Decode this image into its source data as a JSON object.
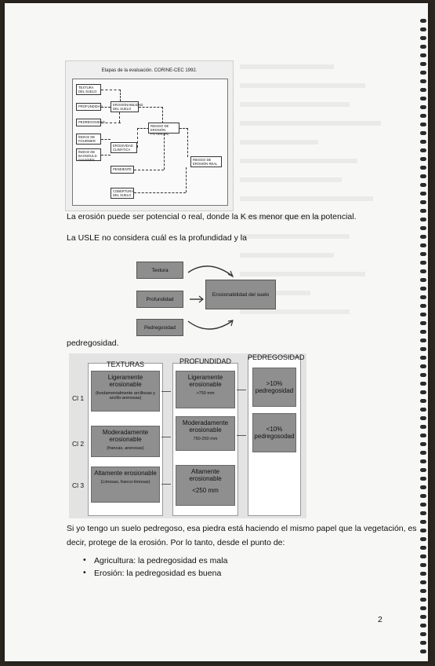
{
  "figure1": {
    "title": "Etapas de la evaluación. CORINE-CEC 1992.",
    "boxes": {
      "textura": "Textura del suelo",
      "profundidad": "Profundidad",
      "pedregosidad": "Pedregosidad",
      "fournier": "Índice de Fournier",
      "bagnouls": "Índice de Bagnouls-Gaussen",
      "erosionabilidad": "Erosionabilidad del suelo",
      "erosividad": "Erosividad climática",
      "pendiente": "Pendiente",
      "cobertura": "Cobertura del suelo",
      "riesgo_potencial": "Riesgo de erosión potencial",
      "riesgo_real": "Riesgo de erosión real"
    }
  },
  "para1": "La erosión puede ser potencial o real, donde la K es menor que en la potencial.",
  "para2": "La USLE no considera cuál es la profundidad y la",
  "figure2": {
    "textura": "Textura",
    "profundidad": "Profundidad",
    "pedregosidad": "Pedregosidad",
    "erosionabilidad": "Erosionabilidad del suelo"
  },
  "para2_cont": "pedregosidad.",
  "figure3": {
    "headers": [
      "TEXTURAS",
      "PROFUNDIDAD",
      "PEDREGOSIDAD"
    ],
    "rows": [
      "Cl 1",
      "Cl 2",
      "Cl 3"
    ],
    "texturas": [
      {
        "main": "Ligeramente erosionable",
        "sub": "(fundamentalmente arcillosas y arcillo-arenosas)"
      },
      {
        "main": "Moderadamente erosionable",
        "sub": "(francas, arenosas)"
      },
      {
        "main": "Altamente erosionable",
        "sub": "(Limosas, franco-limosas)"
      }
    ],
    "profundidad": [
      {
        "main": "Ligeramente erosionable",
        "sub": ">750 mm"
      },
      {
        "main": "Moderadamente erosionable",
        "sub": "750-250 mm"
      },
      {
        "main": "Altamente erosionable",
        "sub": "<250 mm"
      }
    ],
    "pedregosidad": [
      {
        "main": ">10%",
        "sub": "pedregosidad"
      },
      {
        "main": "<10%",
        "sub": "pedregosodad"
      }
    ]
  },
  "para3_line1": "Si yo tengo un suelo pedregoso, esa piedra está haciendo el mismo papel que la vegetación, es",
  "para3_line2": "decir, protege de la erosión. Por lo tanto, desde el punto de:",
  "bullets": [
    "Agricultura: la pedregosidad es mala",
    "Erosión: la pedregosidad es buena"
  ],
  "page_number": "2"
}
